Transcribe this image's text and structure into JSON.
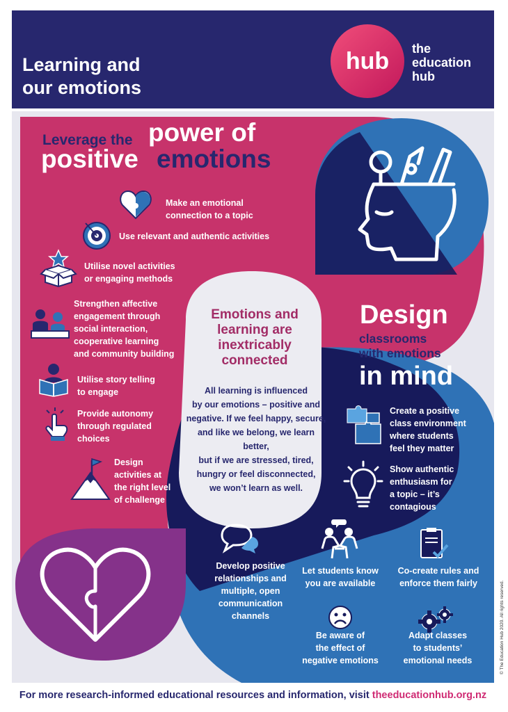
{
  "header": {
    "title_line1": "Learning and",
    "title_line2": "our emotions",
    "logo_glyph": "hub",
    "brand_line1": "the",
    "brand_line2": "education",
    "brand_line3": "hub"
  },
  "colors": {
    "navy": "#27276e",
    "pink": "#c7336b",
    "blue": "#2f72b6",
    "dark_navy": "#171a5b",
    "purple": "#85328a",
    "background": "#e7e7ef"
  },
  "left_section": {
    "heading_small": "Leverage the",
    "heading_power": "power of",
    "heading_positive": "positive",
    "heading_emotions": "emotions",
    "items": [
      {
        "icon": "heart-puzzle-icon",
        "text_line1": "Make an emotional",
        "text_line2": "connection to a topic"
      },
      {
        "icon": "target-icon",
        "text_line1": "Use relevant and authentic activities"
      },
      {
        "icon": "star-box-icon",
        "text_line1": "Utilise novel activities",
        "text_line2": "or engaging methods"
      },
      {
        "icon": "people-table-icon",
        "text_line1": "Strengthen affective",
        "text_line2": "engagement through",
        "text_line3": "social interaction,",
        "text_line4": "cooperative learning",
        "text_line5": "and community building"
      },
      {
        "icon": "reading-person-icon",
        "text_line1": "Utilise story telling",
        "text_line2": "to engage"
      },
      {
        "icon": "pointing-hand-icon",
        "text_line1": "Provide autonomy",
        "text_line2": "through regulated",
        "text_line3": "choices"
      },
      {
        "icon": "mountain-flag-icon",
        "text_line1": "Design",
        "text_line2": "activities at",
        "text_line3": "the right level",
        "text_line4": "of challenge"
      }
    ]
  },
  "center": {
    "title_line1": "Emotions and",
    "title_line2": "learning are",
    "title_line3": "inextricably",
    "title_line4": "connected",
    "body_line1": "All learning is influenced",
    "body_line2": "by our emotions – positive and",
    "body_line3": "negative. If we feel happy, secure,",
    "body_line4": "and like we belong, we learn better,",
    "body_line5": "but if we are stressed, tired,",
    "body_line6": "hungry or feel disconnected,",
    "body_line7": "we won’t learn as well."
  },
  "right_section": {
    "heading_design": "Design",
    "heading_mid_line1": "classrooms",
    "heading_mid_line2": "with emotions",
    "heading_in_mind": "in mind",
    "items": [
      {
        "icon": "puzzle-pieces-icon",
        "text_line1": "Create a positive",
        "text_line2": "class environment",
        "text_line3": "where students",
        "text_line4": "feel they matter"
      },
      {
        "icon": "lightbulb-icon",
        "text_line1": "Show authentic",
        "text_line2": "enthusiasm for",
        "text_line3": "a topic – it’s",
        "text_line4": "contagious"
      }
    ]
  },
  "bottom_section": {
    "items": [
      {
        "icon": "speech-bubbles-icon",
        "text_line1": "Develop positive",
        "text_line2": "relationships and",
        "text_line3": "multiple, open",
        "text_line4": "communication",
        "text_line5": "channels"
      },
      {
        "icon": "conversation-icon",
        "text_line1": "Let students know",
        "text_line2": "you are available"
      },
      {
        "icon": "clipboard-check-icon",
        "text_line1": "Co-create rules and",
        "text_line2": "enforce them fairly"
      },
      {
        "icon": "sad-face-icon",
        "text_line1": "Be aware of",
        "text_line2": "the effect of",
        "text_line3": "negative emotions"
      },
      {
        "icon": "gears-icon",
        "text_line1": "Adapt classes",
        "text_line2": "to students’",
        "text_line3": "emotional needs"
      }
    ]
  },
  "footer": {
    "text": "For more research-informed educational resources and information, visit ",
    "url": "theeducationhub.org.nz",
    "copyright": "© The Education Hub 2020. All rights reserved."
  }
}
